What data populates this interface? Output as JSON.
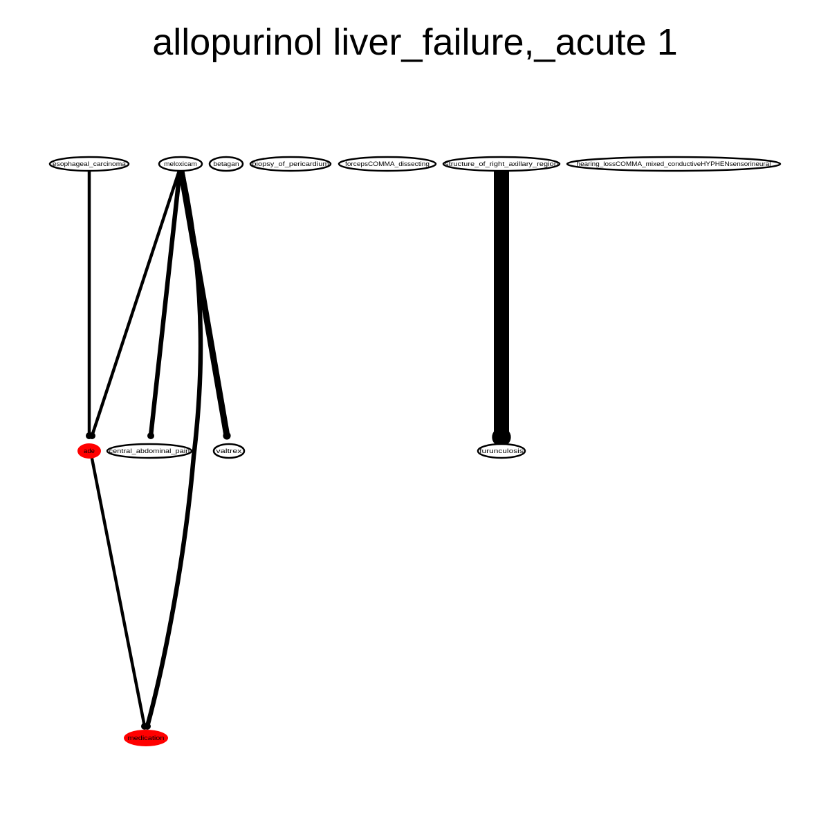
{
  "title": "allopurinol liver_failure,_acute 1",
  "colors": {
    "edge": "#000000",
    "node_stroke": "#000000",
    "highlight": "#ff0000",
    "plain": "#ffffff"
  },
  "nodes": [
    {
      "id": "esophageal_carcinoma",
      "label": "esophageal_carcinoma",
      "fill": "#ffffff"
    },
    {
      "id": "meloxicam",
      "label": "meloxicam",
      "fill": "#ffffff"
    },
    {
      "id": "betagan",
      "label": "betagan",
      "fill": "#ffffff"
    },
    {
      "id": "biopsy_of_pericardium",
      "label": "biopsy_of_pericardium",
      "fill": "#ffffff"
    },
    {
      "id": "forcepsCOMMA_dissecting",
      "label": "forcepsCOMMA_dissecting",
      "fill": "#ffffff"
    },
    {
      "id": "structure_of_right_axillary_region",
      "label": "structure_of_right_axillary_region",
      "fill": "#ffffff"
    },
    {
      "id": "hearing_lossCOMMA_mixed_conductiveHYPHENsensorineural",
      "label": "hearing_lossCOMMA_mixed_conductiveHYPHENsensorineural",
      "fill": "#ffffff"
    },
    {
      "id": "ade",
      "label": "ade",
      "fill": "#ff0000"
    },
    {
      "id": "central_abdominal_pain",
      "label": "central_abdominal_pain",
      "fill": "#ffffff"
    },
    {
      "id": "valtrex",
      "label": "valtrex",
      "fill": "#ffffff"
    },
    {
      "id": "furunculosis",
      "label": "furunculosis",
      "fill": "#ffffff"
    },
    {
      "id": "medication",
      "label": "medication",
      "fill": "#ff0000"
    }
  ],
  "edges": [
    {
      "from": "esophageal_carcinoma",
      "to": "ade",
      "weight": 1
    },
    {
      "from": "meloxicam",
      "to": "ade",
      "weight": 1
    },
    {
      "from": "meloxicam",
      "to": "central_abdominal_pain",
      "weight": 2
    },
    {
      "from": "meloxicam",
      "to": "valtrex",
      "weight": 3
    },
    {
      "from": "meloxicam",
      "to": "medication",
      "weight": 2
    },
    {
      "from": "ade",
      "to": "medication",
      "weight": 1
    },
    {
      "from": "structure_of_right_axillary_region",
      "to": "furunculosis",
      "weight": 6
    }
  ]
}
